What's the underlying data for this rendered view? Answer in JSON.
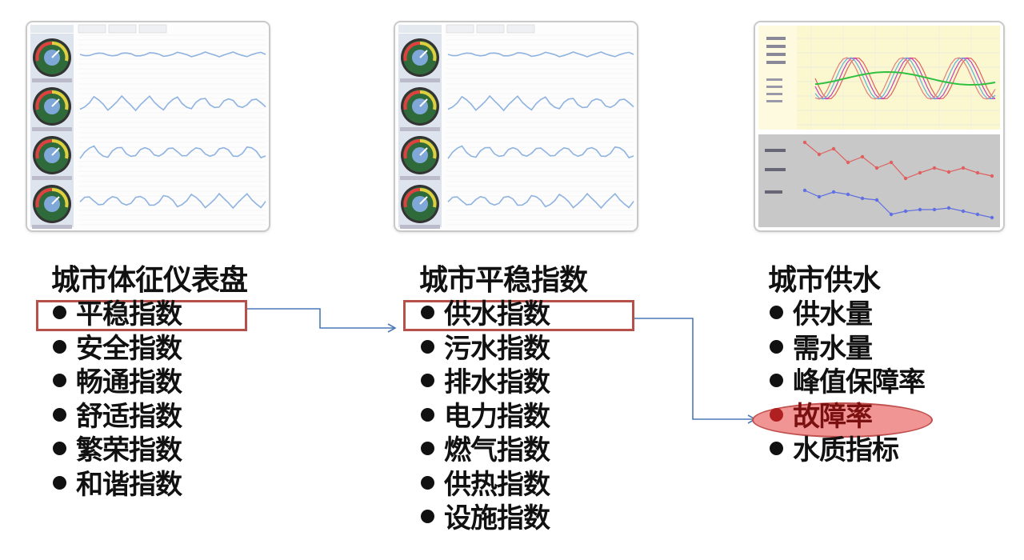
{
  "columns": [
    {
      "title": "城市体征仪表盘",
      "items": [
        "平稳指数",
        "安全指数",
        "畅通指数",
        "舒适指数",
        "繁荣指数",
        "和谐指数"
      ],
      "highlighted_item": "平稳指数"
    },
    {
      "title": "城市平稳指数",
      "items": [
        "供水指数",
        "污水指数",
        "排水指数",
        "电力指数",
        "燃气指数",
        "供热指数",
        "设施指数"
      ],
      "highlighted_item": "供水指数"
    },
    {
      "title": "城市供水",
      "items": [
        "供水量",
        "需水量",
        "峰值保障率",
        "故障率",
        "水质指标"
      ],
      "highlighted_item": "故障率"
    }
  ],
  "colors": {
    "highlight_box_border": "#b5504a",
    "highlight_ellipse_fill": "#f09494",
    "connector_arrow": "#4a7ab5",
    "dashboard_line": "#8fb3e0",
    "gauge_face": "#2f6b3a",
    "chart_top_bg": "#fbf8d0",
    "chart_bottom_bg": "#c8c8c8",
    "chart_series_red": "#e06060",
    "chart_series_blue": "#6070e0"
  },
  "thumbnails": [
    {
      "type": "gauge-dashboard",
      "icon": "dashboard-screenshot"
    },
    {
      "type": "gauge-dashboard",
      "icon": "dashboard-screenshot"
    },
    {
      "type": "line-charts",
      "icon": "chart-screenshot"
    }
  ]
}
